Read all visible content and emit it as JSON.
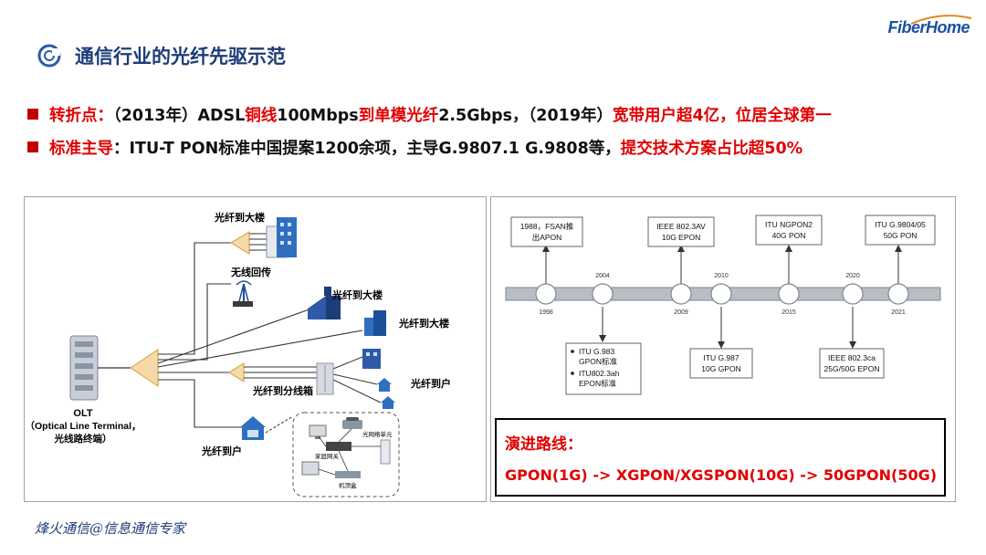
{
  "header": {
    "title": "通信行业的光纤先驱示范",
    "logo": "FiberHome"
  },
  "bullets": {
    "row1": {
      "p1": "转折点：",
      "p2": "（2013年）ADSL",
      "p3": "铜线",
      "p4": "100Mbps",
      "p5": "到单模光纤",
      "p6": "2.5Gbps，（2019年）",
      "p7": "宽带用户超4亿，位居全球第一"
    },
    "row2": {
      "p1": "标准主导",
      "p2": "：ITU-T PON标准中国提案1200余项，主导G.9807.1 G.9808等，",
      "p3": "提交技术方案占比超50%"
    }
  },
  "network": {
    "olt_name": "OLT",
    "olt_desc1": "（Optical Line Terminal，",
    "olt_desc2": "光线路终端）",
    "ftt_building_top": "光纤到大楼",
    "wireless_backhaul": "无线回传",
    "ftt_building_mid": "光纤到大楼",
    "ftt_building_right": "光纤到大楼",
    "ftt_cabinet": "光纤到分线箱",
    "ftt_home_right": "光纤到户",
    "ftt_home_bottom": "光纤到户",
    "home_gateway": "家庭网关",
    "onu": "光网络单元",
    "set_top_box": "机顶盒"
  },
  "timeline": {
    "top_years": [
      "2004",
      "2010",
      "2020"
    ],
    "bottom_years": [
      "1998",
      "2009",
      "2015",
      "2021"
    ],
    "top_boxes": [
      {
        "line1": "1988，FSAN推",
        "line2": "出APON"
      },
      {
        "line1": "IEEE 802.3AV",
        "line2": "10G EPON"
      },
      {
        "line1": "ITU NGPON2",
        "line2": "40G PON"
      },
      {
        "line1": "ITU G.9804/05",
        "line2": "50G PON"
      }
    ],
    "bottom_boxes": {
      "b1": {
        "item1a": "ITU G.983",
        "item1b": "GPON标准",
        "item2a": "ITU802.3ah",
        "item2b": "EPON标准"
      },
      "b2": {
        "line1": "ITU G.987",
        "line2": "10G GPON"
      },
      "b3": {
        "line1": "IEEE 802.3ca",
        "line2": "25G/50G EPON"
      }
    }
  },
  "route": {
    "label": "演进路线：",
    "text": "GPON(1G) -> XGPON/XGSPON(10G) -> 50GPON(50G)"
  },
  "footer": {
    "signature": "烽火通信@信息通信专家"
  },
  "colors": {
    "title_blue": "#1d3c78",
    "accent_red": "#e00000",
    "bullet_red": "#c00000"
  }
}
